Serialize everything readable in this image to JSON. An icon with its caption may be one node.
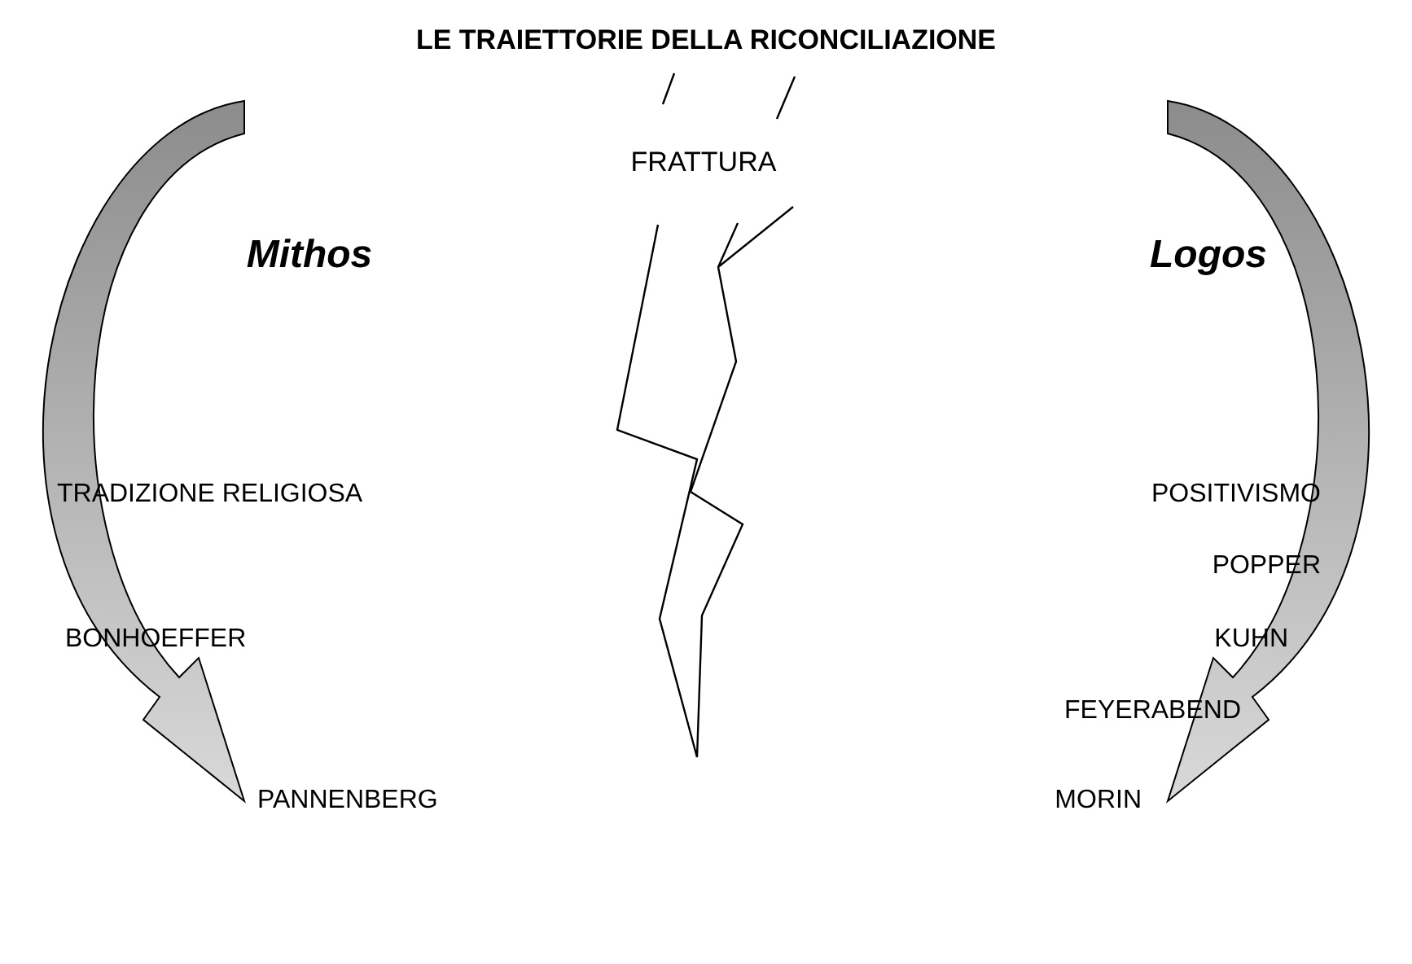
{
  "diagram": {
    "title": "LE TRAIETTORIE DELLA RICONCILIAZIONE",
    "labels": [
      "FRATTURA",
      "Mithos",
      "Logos",
      "TRADIZIONE RELIGIOSA",
      "POSITIVISMO",
      "POPPER",
      "BONHOEFFER",
      "KUHN",
      "FEYERABEND",
      "PANNENBERG",
      "MORIN"
    ]
  }
}
